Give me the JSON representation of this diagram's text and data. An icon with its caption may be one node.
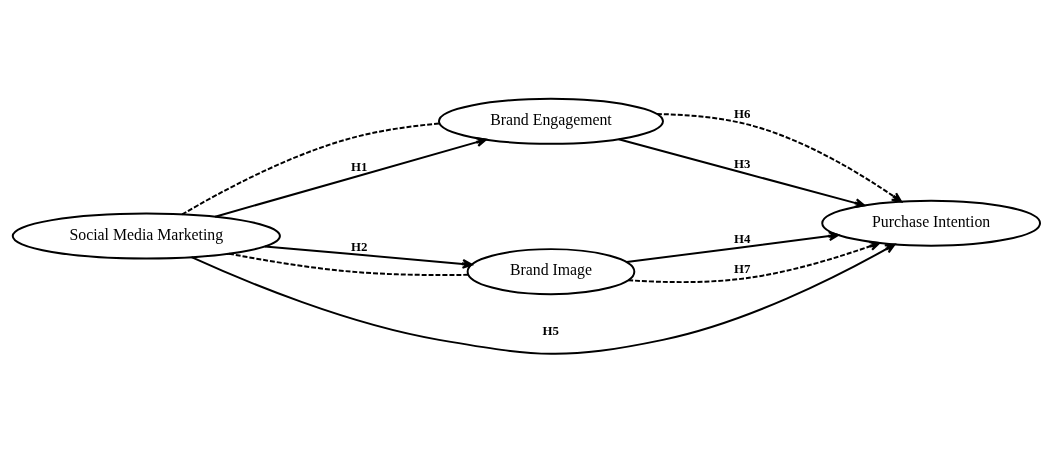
{
  "diagram": {
    "nodes": [
      {
        "text": [
          "Social Media Marketing"
        ]
      },
      {
        "text": [
          "Brand Engagement"
        ]
      },
      {
        "text": [
          "Brand Image"
        ]
      },
      {
        "text": [
          "Purchase Intention"
        ]
      }
    ],
    "edges": [
      {
        "from": 0,
        "to": 1,
        "arrow": "none",
        "style": "dashed"
      },
      {
        "from": 0,
        "to": 1,
        "arrow": "to",
        "label": "H1"
      },
      {
        "from": 0,
        "to": 3,
        "arrow": "to",
        "label": "H5"
      },
      {
        "from": 0,
        "to": 2,
        "arrow": "to",
        "label": "H2"
      },
      {
        "from": 0,
        "to": 2,
        "arrow": "none",
        "style": "dashed"
      },
      {
        "from": 1,
        "to": 3,
        "arrow": "to",
        "style": "dashed",
        "label": "H6"
      },
      {
        "from": 1,
        "to": 3,
        "arrow": "to",
        "label": "H3"
      },
      {
        "from": 2,
        "to": 3,
        "arrow": "to",
        "label": "H4"
      },
      {
        "from": 2,
        "to": 3,
        "arrow": "to",
        "style": "dashed",
        "label": "H7"
      }
    ]
  }
}
